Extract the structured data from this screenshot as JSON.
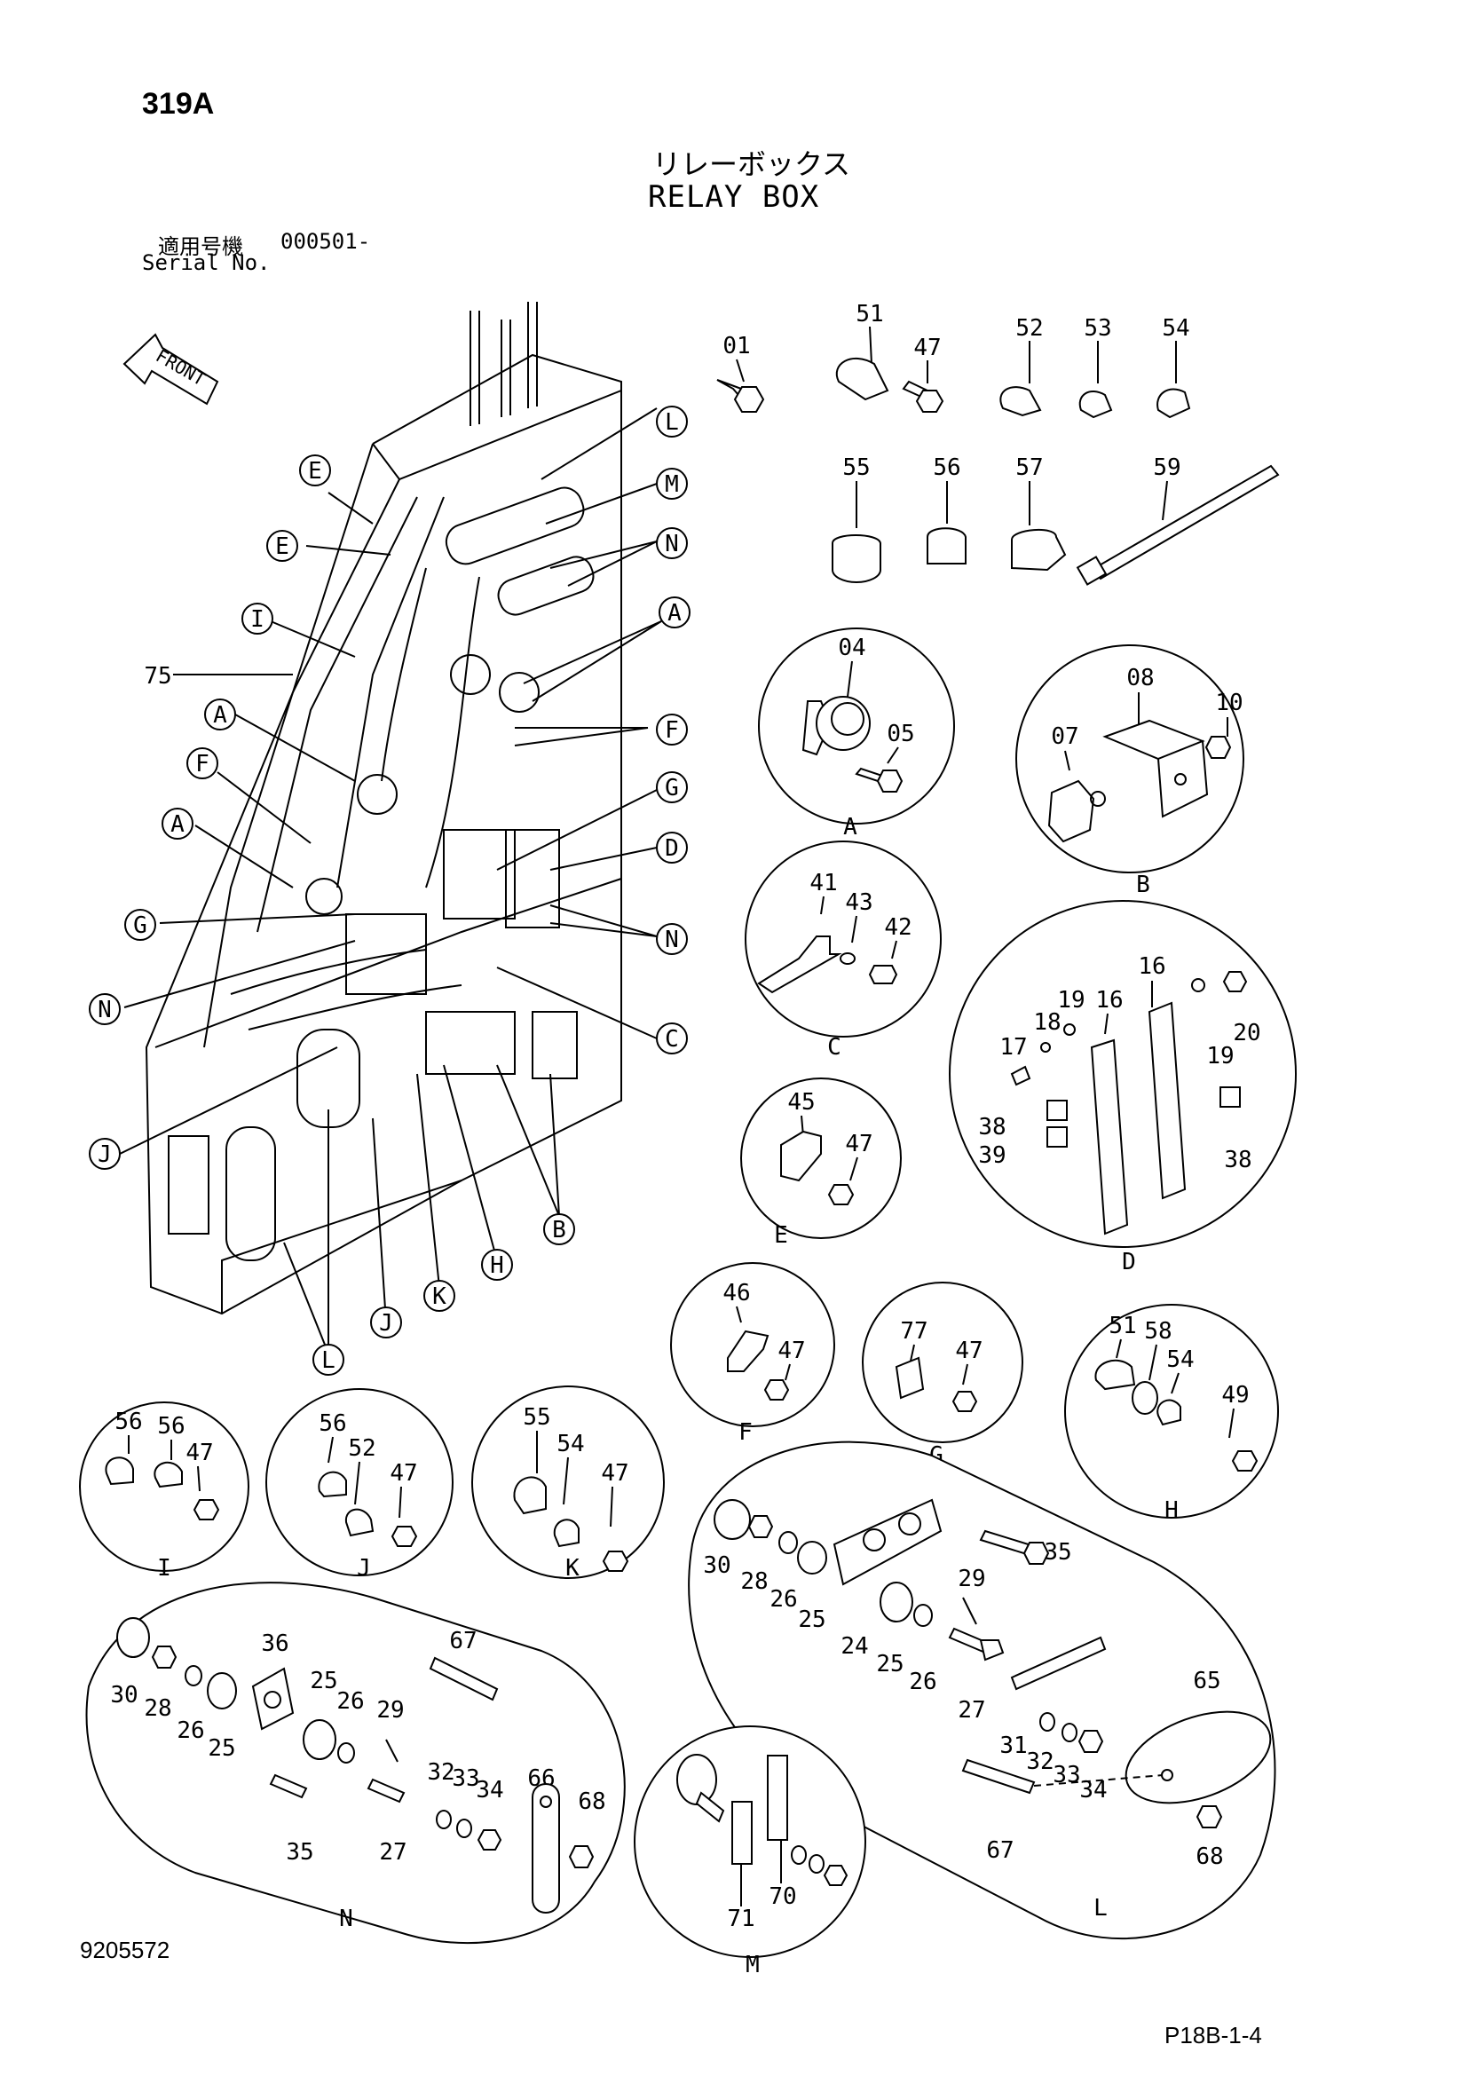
{
  "header": {
    "page_number": "319A",
    "title_jp": "リレーボックス",
    "title_en": "RELAY BOX",
    "serial_label_jp": "適用号機",
    "serial_value": "000501-",
    "serial_label_en": "Serial No."
  },
  "front_arrow": {
    "label": "FRONT"
  },
  "main_callouts": {
    "circle_letters": [
      "L",
      "M",
      "N",
      "A",
      "F",
      "G",
      "D",
      "N",
      "C",
      "B",
      "H",
      "K",
      "J",
      "L",
      "E",
      "E",
      "I",
      "A",
      "F",
      "A",
      "G",
      "N",
      "J"
    ],
    "part_75": "75"
  },
  "loose_parts": [
    "01",
    "51",
    "47",
    "52",
    "53",
    "54",
    "55",
    "56",
    "57",
    "59"
  ],
  "details": {
    "A": {
      "caption": "A",
      "parts": [
        "04",
        "05"
      ]
    },
    "B": {
      "caption": "B",
      "parts": [
        "08",
        "10",
        "07"
      ]
    },
    "C": {
      "caption": "C",
      "parts": [
        "41",
        "43",
        "42"
      ]
    },
    "D": {
      "caption": "D",
      "parts": [
        "16",
        "16",
        "19",
        "18",
        "17",
        "20",
        "19",
        "38",
        "39",
        "38"
      ]
    },
    "E": {
      "caption": "E",
      "parts": [
        "45",
        "47"
      ]
    },
    "F": {
      "caption": "F",
      "parts": [
        "46",
        "47"
      ]
    },
    "G": {
      "caption": "G",
      "parts": [
        "77",
        "47"
      ]
    },
    "H": {
      "caption": "H",
      "parts": [
        "51",
        "58",
        "54",
        "49"
      ]
    },
    "I": {
      "caption": "I",
      "parts": [
        "56",
        "56",
        "47"
      ]
    },
    "J": {
      "caption": "J",
      "parts": [
        "56",
        "52",
        "47"
      ]
    },
    "K": {
      "caption": "K",
      "parts": [
        "55",
        "54",
        "47"
      ]
    },
    "L": {
      "caption": "L",
      "parts": [
        "30",
        "28",
        "26",
        "25",
        "35",
        "24",
        "25",
        "26",
        "29",
        "27",
        "31",
        "32",
        "33",
        "34",
        "65",
        "67",
        "68"
      ]
    },
    "M": {
      "caption": "M",
      "parts": [
        "71",
        "70"
      ]
    },
    "N": {
      "caption": "N",
      "parts": [
        "36",
        "30",
        "28",
        "26",
        "25",
        "25",
        "26",
        "29",
        "67",
        "66",
        "68",
        "32",
        "33",
        "34",
        "35",
        "27"
      ]
    }
  },
  "footer": {
    "document_number": "9205572",
    "sheet_number": "P18B-1-4"
  }
}
